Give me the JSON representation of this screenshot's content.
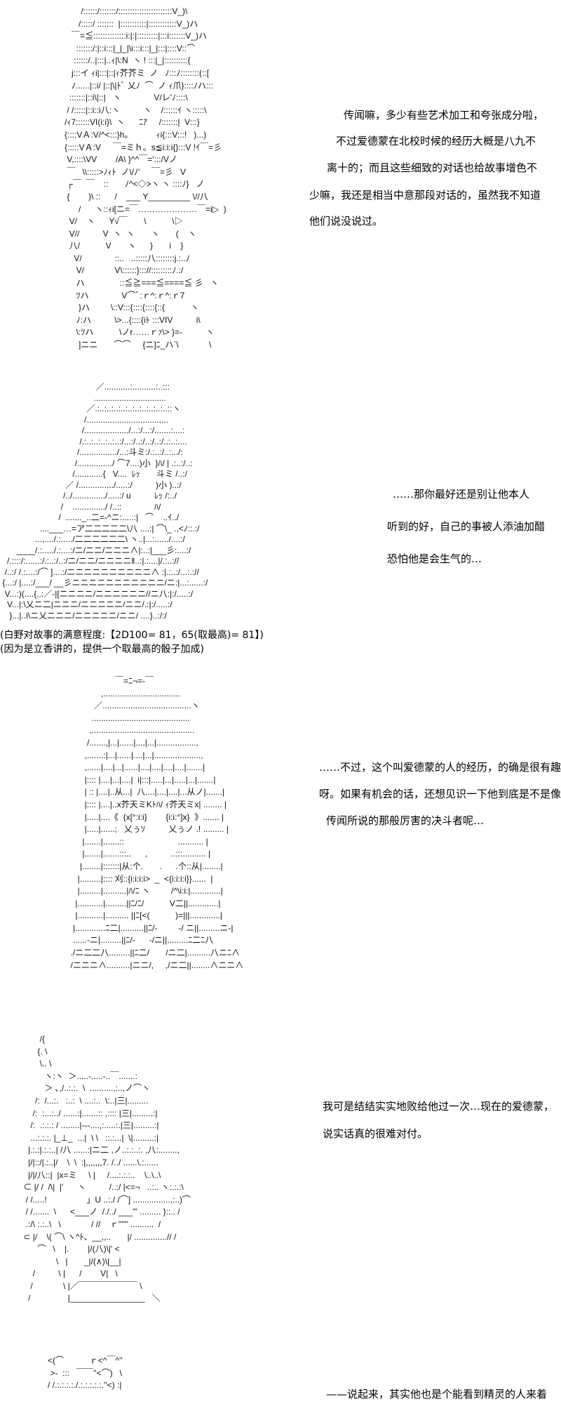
{
  "panels": [
    {
      "art": "       /::::::/:::::::/:::::::::::::::::::::::V_)\\\n      /:::::/ :::::::  |:::::::::::|::::::::::::V_)ハ\n   ￣=≦::::::::::::::i:|:|:::::::::|:::i:::::::V_)ハ\n     :::::::/:|::i:::|_|_|\\i:::i:::|_|:::|::::V::⌒\n    ::::::/..|:::|..ｨ|\\:N  ヽ ! :::|_|::::::::::{\n   j:::イ ｨi|:::|::|ｨ芥芥ミ  ノ   ﾉ:::ﾉ::::::::(::[\n   ﾉ......|::i/ |::|\\|ﾄﾞ 乂ﾉ  ⌒  ノ ｨ爪}::::ﾉハ:::\n  :::::::|::i\\|::|   ヽ              V/レ'ﾉ::::\\\n / /:::::|::i::i八:ヽ          ヽ    /::::::ｲ ヽ:::::\\\n/ｨ7::::::VI(i:i}\\  ヽ      ﾆｱ     /:::::::|  V:::}\n{::::VＡ:V/^<:::}h。          ｨi{:::V:::!   )...)\n{:::::VＡ:V     ￣=ミｈ。s≦i:i:i{}:::V !ｲ￣=彡\n V,::::\\VV        /A\\ }^^￣=':::/Vノ\n ￣   \\\\:::::>ﾉｨﾄ  ノ\\/ﾉ'     ￣=彡   V\n ┌￣  ￣    ::       ﾉ^<◇>ヽ ヽ ::::ﾉ}   ノ\n {        )\\ ::      /    ___ Y_________ \\//八\n      /      ヽ::ｨi[ニ=￣…………………￣=i▷  )\n  V/    ヽ      Y√￣       \\           \\▷\n  V//          V  ヽ  ヽ       ヽ       (    ヽ\n  八/           V       ヽ      }       i    }\n    V/              ::..   ..:::::八::::::::j.:..ﾉ\n     V/             V\\::::::}::://:::::::::ﾉ.:/\n     ハ               ::≦≧===≦====≦ 彡   ヽ\n     ﾂハ              V⌒ﾞ:ｒ^:ｒ^:ｒ7\n      }ハ         \\::V:::{::::{::::{::{           ヽ\n     ﾉ:ハ          \\>...{::::{iﾄ :::VIV          i\\\n     \\:ﾂハ           \\ノr……ｒｧ\\> }=-          ヽ\n      ]ニニ       ⌒⌒     {ニ]ﾆ_ハ`\\             \\",
      "lines": [
        "传闻嘛，多少有些艺术加工和夸张成分啦，",
        "不过爱德蒙在北校时候的经历大概是八九不",
        "离十的；而且这些细致的对话也给故事增色不",
        "少嘛，我还是相当中意那段对话的，虽然我不知道",
        "他们说没说过。"
      ]
    },
    {
      "art": "                                         ／...........:..........:..:::\n                                        ...............................\n                                     ／.:..:..:..:..:..:..:..:..:..:..::ヽ\n                                    /...................................\n                                   /.................../...:/...:/.......:....:\n                                  /.:..:..:..:..:..:/...:/..:/..:/..:/..:..:....\n                                 /................/...:斗ミ:/.:..:/..:.../:\n                                /.............../ ⌒7....)小  }ﾊ/ | .:..:/..:\n                               /............{   V....  ﾚｯ       斗ミ /..:/\n                            ／ /.............../.....:/          )小 )..:/\n                           /../............../.....:/ u          ﾚｯ /:../\n                          /    ............../ /..::              ﾊ/\n                         /  ......._..二=-^ニ:.....:|   ⌒    ..ｲ../\n                 ....___…=ア二二二二二\\八 ....:| ⌒\\_ .,<ﾉ::.:/\n               ...,..../.:...../二二二二二二\\ ヽ..|...:....../....:/\n       ____/.:...../.:....:/ニ/ニニ/ニニニ∧|:..:|___彡:....:/\n   /.::::/:......:/.:..:/..:/ニ/ニニ/ニニニニ‖..:|.:....|/.:..://\n  /..:/ /.:....:/⌒ ]....:/ニニニニニニニニニニ∧ :|.:..:/...:.://\n {...:/ |....:/___/ __彡ニニニニニニニニニニニ/ニ:|...:......:/\n  V...:)(....{..:／-|[ニニニニ/ニニニニニニ//ニ八:|:/.....:/\n   V...|:\\乂ニ二|ニニニ/ニニニニニ/ニニ/.:|:/.....:/\n    }...|..i\\ニ乂ニニニ/ニニニニニ/ニニ/ ....}..:/:/",
      "lines": [
        "……那你最好还是别让他本人",
        "听到的好，自己的事被人添油加醋",
        "恐怕他是会生气的…"
      ]
    },
    {
      "art": "                        ￣=ﾆ¬=-￣\n                  ,.................................\n               ／......................................ヽ\n              ..........................................\n             ,............................................\n            /.......,|...|......|....|...|.................,\n           ,.......:|...|......|....|...|....................,\n           ,......|....|...|......|....|....|....|....|.......|\n           |:::: |....|...|....|  i|:::|.....|...|.....|...|.......|\n           | :: |....|..从...|  八....|....|....|...从ノ|.......|\n           |:::: |....|..x芥天ミKﾄﾊ/ ｨ芥天ミx| ........ |\n           |.....|....《  {x[°:i:i}        {i:i:°]x}  》....... |\n           |.....|......;   乂ぅｿ          乂ぅノ .! ......... |\n          |.......|.......::                       ........... |\n          |.......|.......:::..      ,          ..:::.......... |\n         |........|:::::::|从:个.       .      .个::从|........|\n        |.........|:::: 刈::{i:i:i:i>  _  <{i:i:i:i}}......  |\n        |.........|..........|ﾊ/ﾆ ヽ         /^\\i:i:|.............|\n       |...........|.........||ﾆ/ﾆ/           V二||.............|\n       |...........|.......... ||ﾆ[<(           )=|||.............|\n      |.............ﾆ二|..........||ﾆ/-         -/ ニ||.........ニ-|\n      ......-ニ|.........||ﾆ/-      -/ニ||.........ﾆ二ﾆ八\n     ./ニ二二八.........||ﾆ二/       /ニ二|..........八ニﾆ∧\n     /ニニニ∧..........|ニニ/,     ,/ニ二||........∧ニニ∧",
      "lines": [
        "……不过，这个叫爱德蒙的人的经历，的确是很有趣",
        "呀。如果有机会的话，还想见识一下他到底是不是像",
        "传闻所说的那般厉害的决斗者呢…"
      ]
    },
    {
      "art": "        /{\n       {. \\\n        \\.. \\\n          ヽ:ヽ  ＞.....-.....-..￣.......:\n          ＞ ､,/..:.:.  \\  ..........,:..,ノ⌒ヽ\n      /:  /...:.   :..:  \\ ....:..  \\:..|三|.........\n     /:  :...:../ ......:|.......:: ,:::: |三|.........:|\n    /:  .:.:.: / ........|-‐-....,:.....:.|三|.........:|\n    ...:.:.:. |_⊥_  ...|  \\ \\   ::.:...|  \\|.........:|\n   |.:.:|.:.:..| /八 ......:|ニ二 ,ノ..:.:..:. ,八:........,\n   |/|::/|.:..|/    \\  \\  :|,,,,,,,7. /../ ......\\.:......\n   |/|/八::|  |x=ミ     \\ |     /....:.:.:..    \\..\\..\\\n ⊂ |/ /  /\\|  |'      ヽ          /..:/ |<=¬   ..:.. ヽ:.:.:\\\n  / /.....!                 」U ..:./ /⌒] ................,:..)⌒\n  / /.......  \\      <___ノ  /./../ ___''' ......... }::.. /\n  .:/\\ :.:..\\   \\             / //    ｒ'''''' ..........  /\n ⊂ |/    \\( ⌒\\ ヽ^ﾄ、__,,..       |/ ..............// /\n       ⌒   \\    |.        |/(八)\\|' <\n               \\   |       _|/(∧)\\|__|\n     /          \\ |      /        V|   \\\n    /             \\ |／￣￣￣￣￣￣￣ \\\n   /                |________________   ＼",
      "lines": [
        "我可是结结实实地败给他过一次…现在的爱德蒙，",
        "说实话真的很难对付。"
      ]
    },
    {
      "art": "         <(⌒           ｒ<^￣^''\n          >-  :::   ￣￣''<⌒)   \\\n         / /.:.:.:.:./.:.:.:.:.:.''<) :|",
      "lines": [
        "——说起来，其实他也是个能看到精灵的人来着"
      ]
    }
  ],
  "dice_notes": [
    "(白野对故事的满意程度:【2D100= 81，65(取最高)= 81】)",
    "(因为是立香讲的，提供一个取最高的骰子加成)"
  ]
}
